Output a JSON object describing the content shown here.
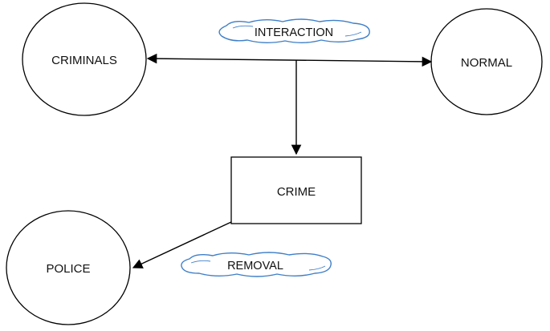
{
  "nodes": {
    "criminals": "CRIMINALS",
    "normal": "NORMAL",
    "crime": "CRIME",
    "police": "POLICE"
  },
  "edge_labels": {
    "interaction": "INTERACTION",
    "removal": "REMOVAL"
  },
  "colors": {
    "stroke": "#000000",
    "cloud_outline": "#3f7fc8",
    "background": "#ffffff"
  }
}
